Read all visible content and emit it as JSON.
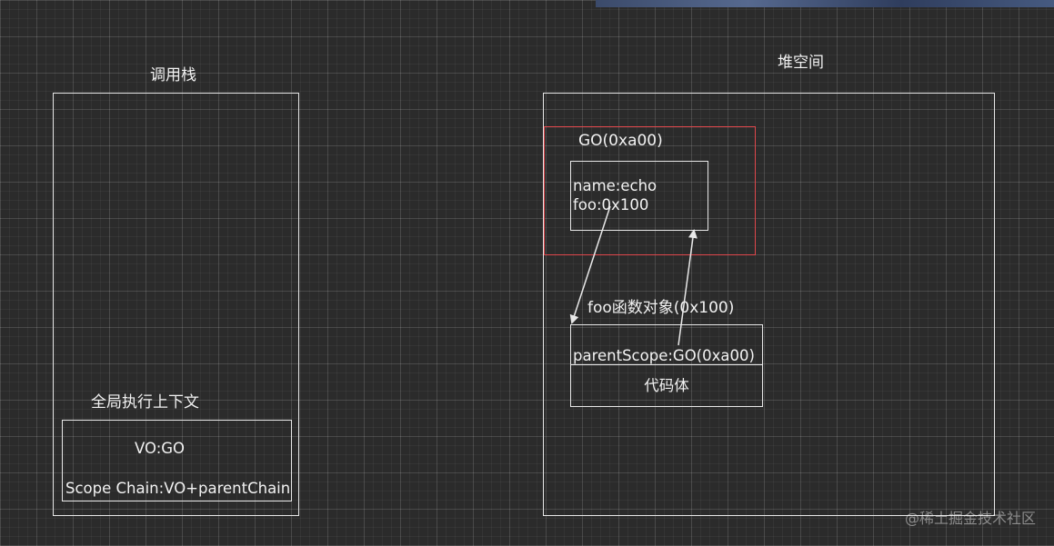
{
  "call_stack": {
    "title": "调用栈",
    "global_context_label": "全局执行上下文",
    "vo": "VO:GO",
    "scope_chain": "Scope Chain:VO+parentChain"
  },
  "heap": {
    "title": "堆空间",
    "go_label": "GO(0xa00)",
    "go_props": [
      "name:echo",
      "foo:0x100"
    ],
    "foo_label": "foo函数对象(0x100)",
    "foo_parent_scope": "parentScope:GO(0xa00)",
    "foo_code_body": "代码体"
  },
  "colors": {
    "background": "#2b2b2b",
    "box_border": "#e8e8e8",
    "go_border": "#e0474c",
    "text": "#f2f2f2"
  },
  "watermark": "@稀土掘金技术社区"
}
